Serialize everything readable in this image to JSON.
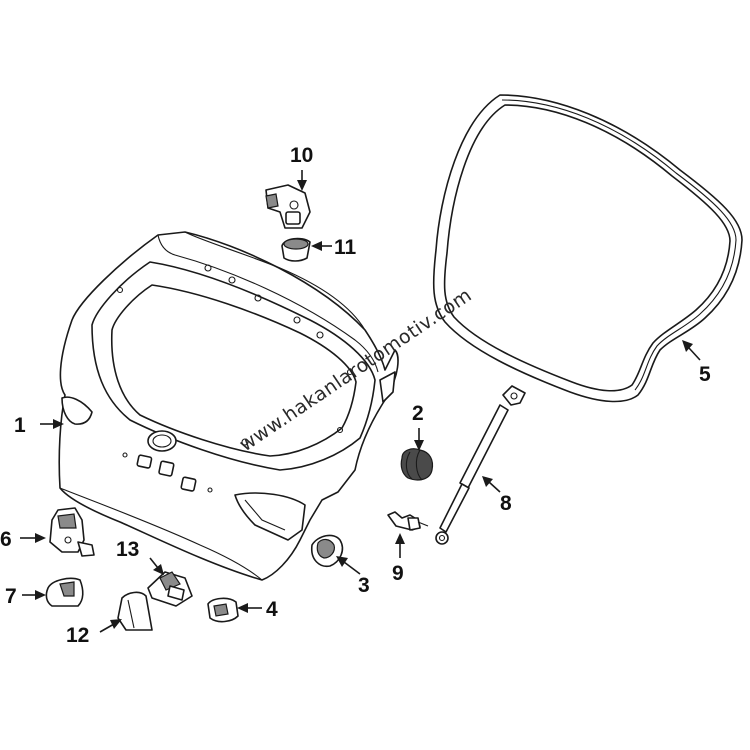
{
  "watermark": "www.hakanlarotomotiv.com",
  "callouts": [
    {
      "id": "1",
      "label": "1"
    },
    {
      "id": "2",
      "label": "2"
    },
    {
      "id": "3",
      "label": "3"
    },
    {
      "id": "4",
      "label": "4"
    },
    {
      "id": "5",
      "label": "5"
    },
    {
      "id": "6",
      "label": "6"
    },
    {
      "id": "7",
      "label": "7"
    },
    {
      "id": "8",
      "label": "8"
    },
    {
      "id": "9",
      "label": "9"
    },
    {
      "id": "10",
      "label": "10"
    },
    {
      "id": "11",
      "label": "11"
    },
    {
      "id": "12",
      "label": "12"
    },
    {
      "id": "13",
      "label": "13"
    }
  ]
}
